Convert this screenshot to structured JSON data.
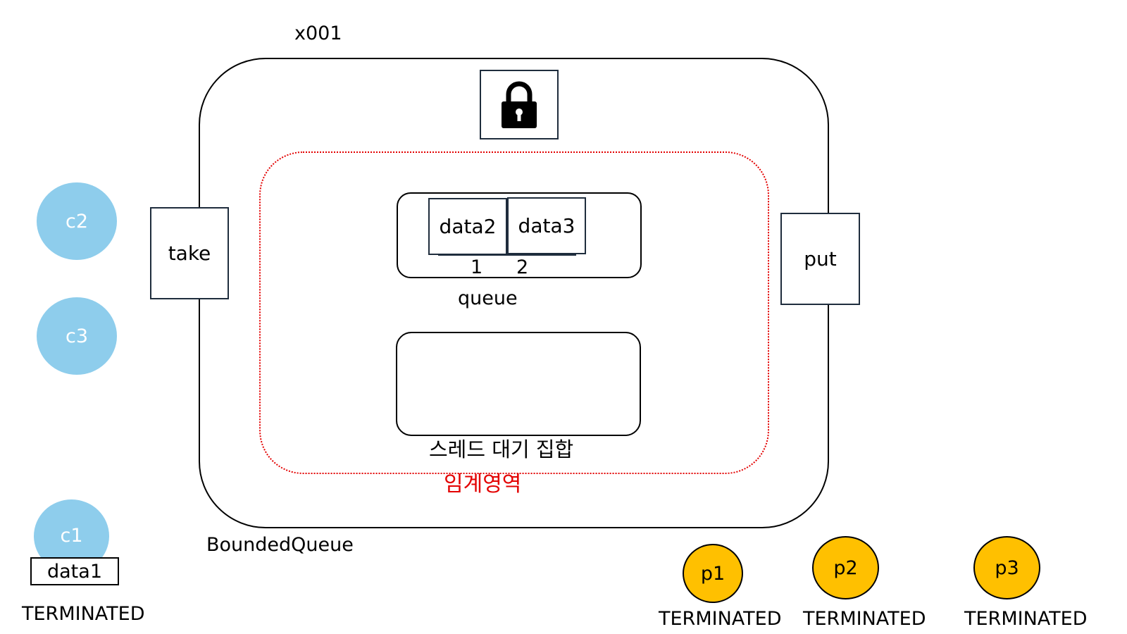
{
  "object_id": "x001",
  "class_label": "BoundedQueue",
  "critical_section_label": "임계영역",
  "lock_icon": "lock-icon",
  "ports": {
    "take": "take",
    "put": "put"
  },
  "queue": {
    "label": "queue",
    "slots": [
      "data2",
      "data3"
    ],
    "indices": [
      "1",
      "2"
    ]
  },
  "wait_set": {
    "label": "스레드 대기 집합"
  },
  "consumers": {
    "c2": "c2",
    "c3": "c3",
    "c1": "c1",
    "c1_data": "data1",
    "c1_state": "TERMINATED"
  },
  "producers": {
    "p1": "p1",
    "p1_state": "TERMINATED",
    "p2": "p2",
    "p2_state": "TERMINATED",
    "p3": "p3",
    "p3_state": "TERMINATED"
  },
  "colors": {
    "consumer": "#8ecdec",
    "producer": "#ffc000",
    "critical_section": "#e30000"
  }
}
